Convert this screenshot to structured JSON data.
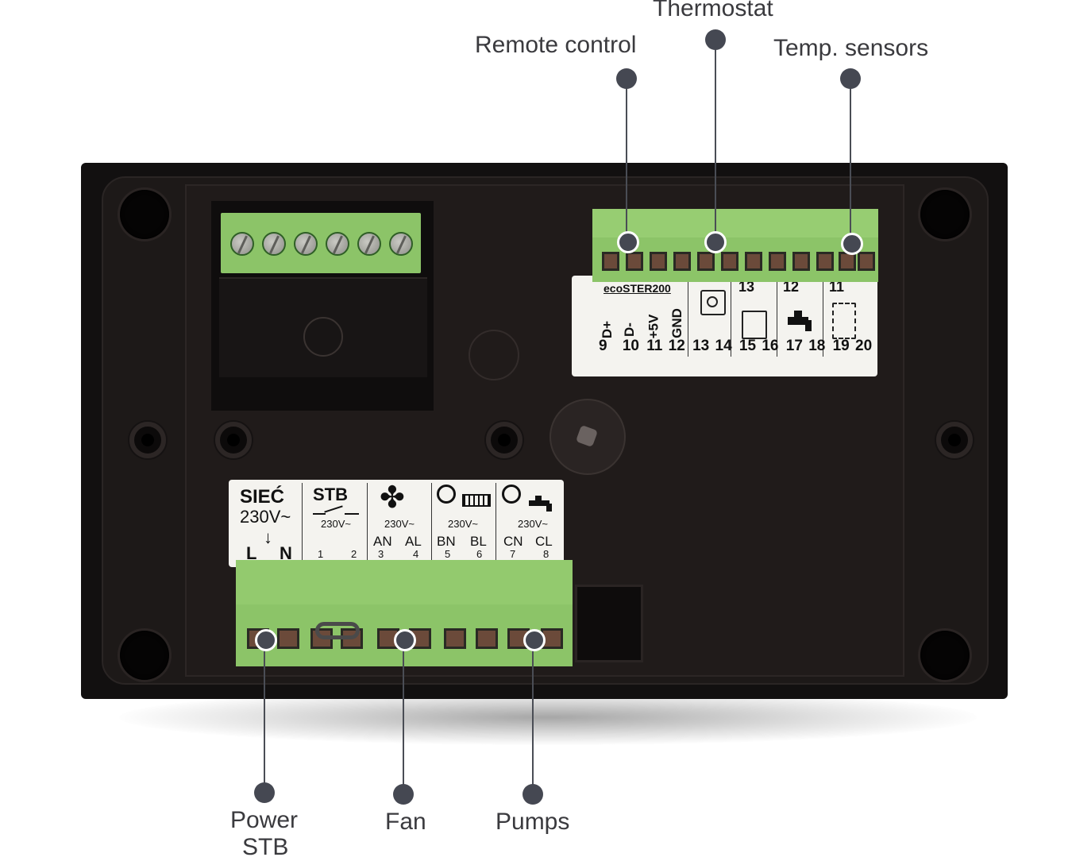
{
  "callouts": {
    "remote_control": "Remote control",
    "thermostat": "Thermostat",
    "temp_sensors": "Temp. sensors",
    "power_stb_line1": "Power",
    "power_stb_line2": "STB",
    "fan": "Fan",
    "pumps": "Pumps"
  },
  "top_label": {
    "model": "ecoSTER200",
    "signals": [
      "D+",
      "D-",
      "+5V",
      "GND"
    ],
    "numbers": [
      "9",
      "10",
      "11",
      "12",
      "13",
      "14",
      "15",
      "16",
      "17",
      "18",
      "19",
      "20"
    ],
    "sensor_ids": [
      "13",
      "12",
      "11"
    ]
  },
  "bottom_label": {
    "power_title": "SIEĆ",
    "power_voltage": "230V~",
    "power_l": "L",
    "power_n": "N",
    "stb_title": "STB",
    "voltage_small": "230V~",
    "pins": [
      "1",
      "2",
      "3",
      "4",
      "5",
      "6",
      "7",
      "8"
    ],
    "fan_codes": [
      "AN",
      "AL"
    ],
    "pump1_codes": [
      "BN",
      "BL"
    ],
    "pump2_codes": [
      "CN",
      "CL"
    ]
  },
  "colors": {
    "callout_dot": "#454852",
    "terminal_green": "#8cc468",
    "housing": "#121010",
    "label_bg": "#f4f3ef"
  }
}
